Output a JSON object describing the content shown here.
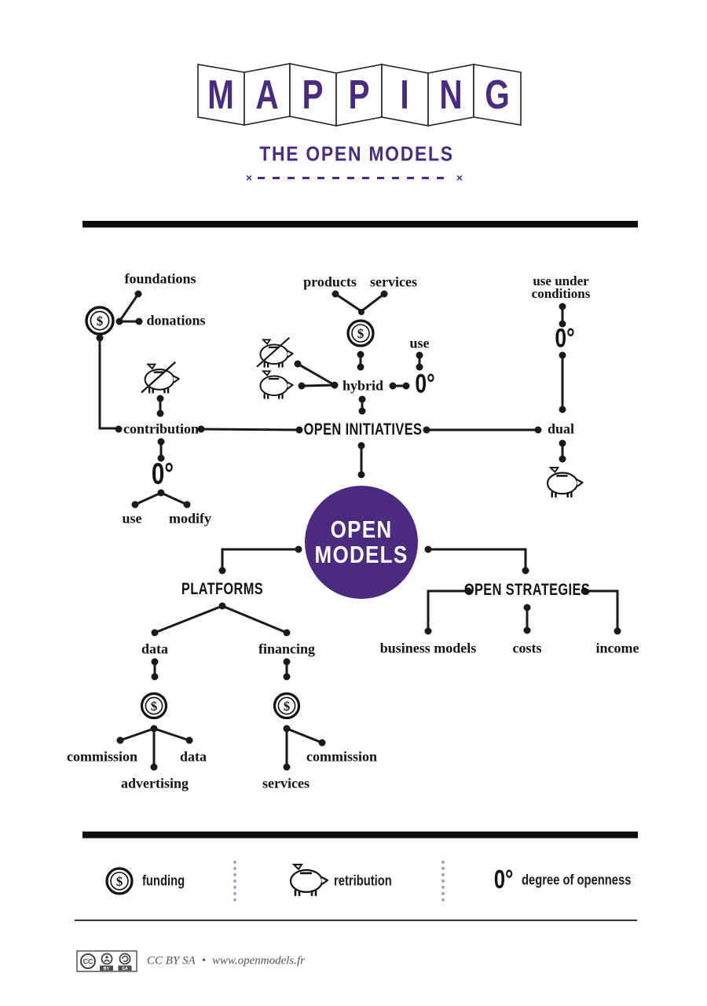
{
  "title": {
    "letters": [
      "M",
      "A",
      "P",
      "P",
      "I",
      "N",
      "G"
    ],
    "subtitle": "THE OPEN MODELS"
  },
  "symbols": {
    "degree": "0°",
    "coin": "$",
    "dash_cross": "×"
  },
  "center": {
    "line1": "OPEN",
    "line2": "MODELS"
  },
  "branches": {
    "open_initiatives": "OPEN INITIATIVES",
    "platforms": "PLATFORMS",
    "open_strategies": "OPEN STRATEGIES"
  },
  "nodes": {
    "foundations": "foundations",
    "donations": "donations",
    "contribution": "contribution",
    "use_left": "use",
    "modify": "modify",
    "products": "products",
    "services": "services",
    "use_mid": "use",
    "hybrid": "hybrid",
    "use_under_line1": "use under",
    "use_under_line2": "conditions",
    "dual": "dual",
    "data_left": "data",
    "financing": "financing",
    "commission_left": "commission",
    "data_sub": "data",
    "advertising": "advertising",
    "services_sub": "services",
    "commission_right": "commission",
    "business_models": "business models",
    "costs": "costs",
    "income": "income"
  },
  "legend": {
    "funding": "funding",
    "retribution": "retribution",
    "openness": "degree of openness"
  },
  "footer": {
    "license": "CC BY SA",
    "bullet": "•",
    "url": "www.openmodels.fr",
    "cc": "CC",
    "by": "BY",
    "sa": "SA"
  },
  "colors": {
    "purple": "#4c2a80",
    "ink": "#1a1a1a",
    "divider_dots": "#a9a0d0",
    "circle_text": "#ffffff"
  }
}
